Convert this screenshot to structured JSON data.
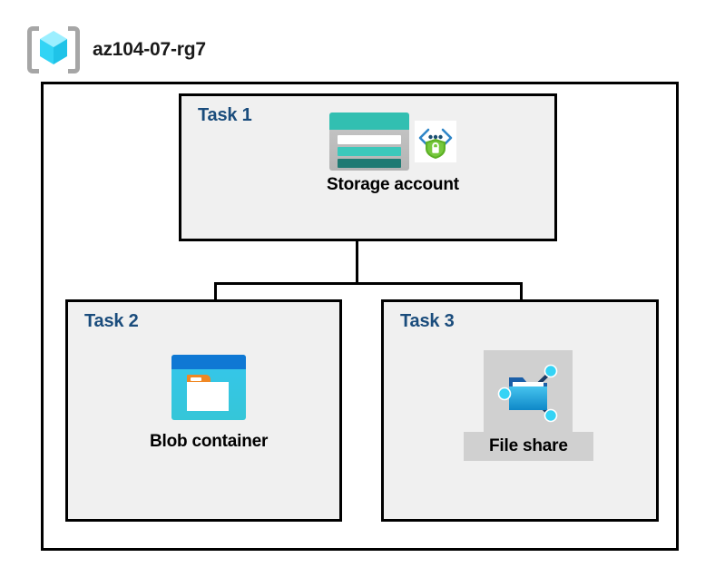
{
  "header": {
    "resource_group_name": "az104-07-rg7",
    "icon": "resource-group-icon"
  },
  "container": {
    "name": "resource-group-container"
  },
  "tasks": [
    {
      "id": "task-1",
      "label": "Task 1",
      "node": {
        "caption": "Storage account",
        "icon": "storage-account-icon",
        "secondary_icon": "secure-access-shield-icon",
        "selected": false
      }
    },
    {
      "id": "task-2",
      "label": "Task 2",
      "node": {
        "caption": "Blob container",
        "icon": "blob-container-icon",
        "selected": false
      }
    },
    {
      "id": "task-3",
      "label": "Task 3",
      "node": {
        "caption": "File share",
        "icon": "file-share-icon",
        "selected": true
      }
    }
  ],
  "connectors": [
    {
      "name": "storage-to-bus-trunk",
      "from": "task-1",
      "to": "bus"
    },
    {
      "name": "bus-to-blob-container",
      "from": "bus",
      "to": "task-2"
    },
    {
      "name": "bus-to-file-share",
      "from": "bus",
      "to": "task-3"
    }
  ],
  "colors": {
    "task_label": "#1a4c7c",
    "box_border": "#000000",
    "box_fill": "#f0f0f0",
    "selection_highlight": "#d0d0d0",
    "storage_teal": "#32bfb1",
    "blob_blue": "#0f78d4",
    "blob_cyan": "#35c6ec",
    "shield_green": "#5cb025",
    "bracket_grey": "#a6a6a6",
    "cube_cyan": "#50e6ff"
  }
}
